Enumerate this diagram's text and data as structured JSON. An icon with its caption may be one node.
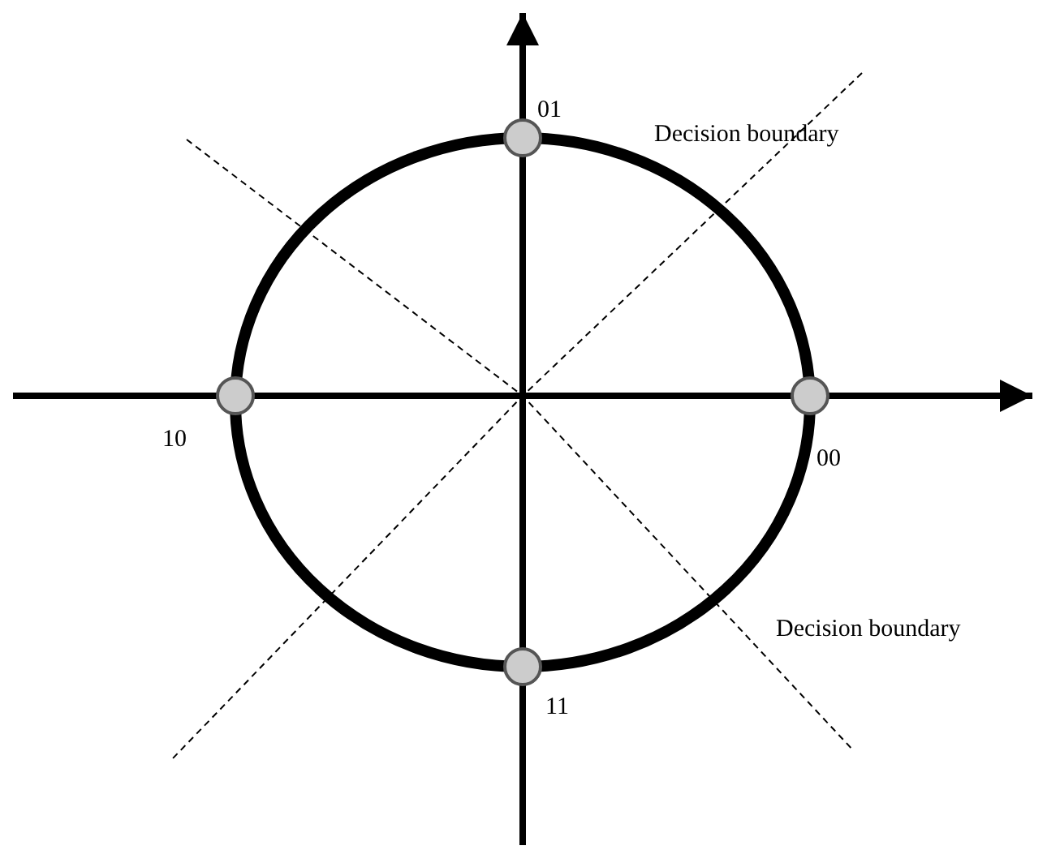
{
  "diagram": {
    "labels": [
      "01",
      "Decision boundary",
      "10",
      "00",
      "Decision boundary",
      "11"
    ]
  }
}
